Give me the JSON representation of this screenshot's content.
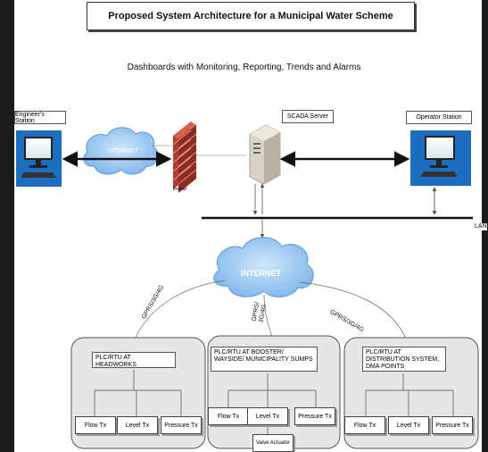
{
  "title": "Proposed System Architecture for a Municipal Water Scheme",
  "subtitle": "Dashboards with Monitoring, Reporting, Trends and Alarms",
  "stations": {
    "engineer": "Engineer's Station",
    "operator": "Operator Station",
    "scada": "SCADA Server"
  },
  "network": {
    "internet_top": "INTERNET",
    "internet_main": "INTERNET",
    "firewall": "firewall",
    "lan": "LAN",
    "link_left": "GPRS/3G/4G",
    "link_middle": "GPRS/ 3G/4G",
    "link_right": "GPRS/3G/4G"
  },
  "plc_groups": [
    {
      "title": "PLC/RTU AT HEADWORKS",
      "devices": [
        "Flow Tx",
        "Level Tx",
        "Pressure Tx"
      ]
    },
    {
      "title": "PLC/RTU AT BOOSTER/ WAYSIDE/ MUNICIPALITY SUMPS",
      "devices": [
        "Flow Tx",
        "Level Tx",
        "Pressure Tx"
      ],
      "extra": "Valve Actuator"
    },
    {
      "title": "PLC/RTU AT DISTRIBUTION SYSTEM, DMA POINTS",
      "devices": [
        "Flow Tx",
        "Level Tx",
        "Pressure Tx"
      ]
    }
  ],
  "colors": {
    "workstation_blue": "#1c6fc0",
    "cloud_blue": "#4a90d9",
    "firewall_red": "#c0392b",
    "rounded_box_fill": "#e6e6e6"
  }
}
